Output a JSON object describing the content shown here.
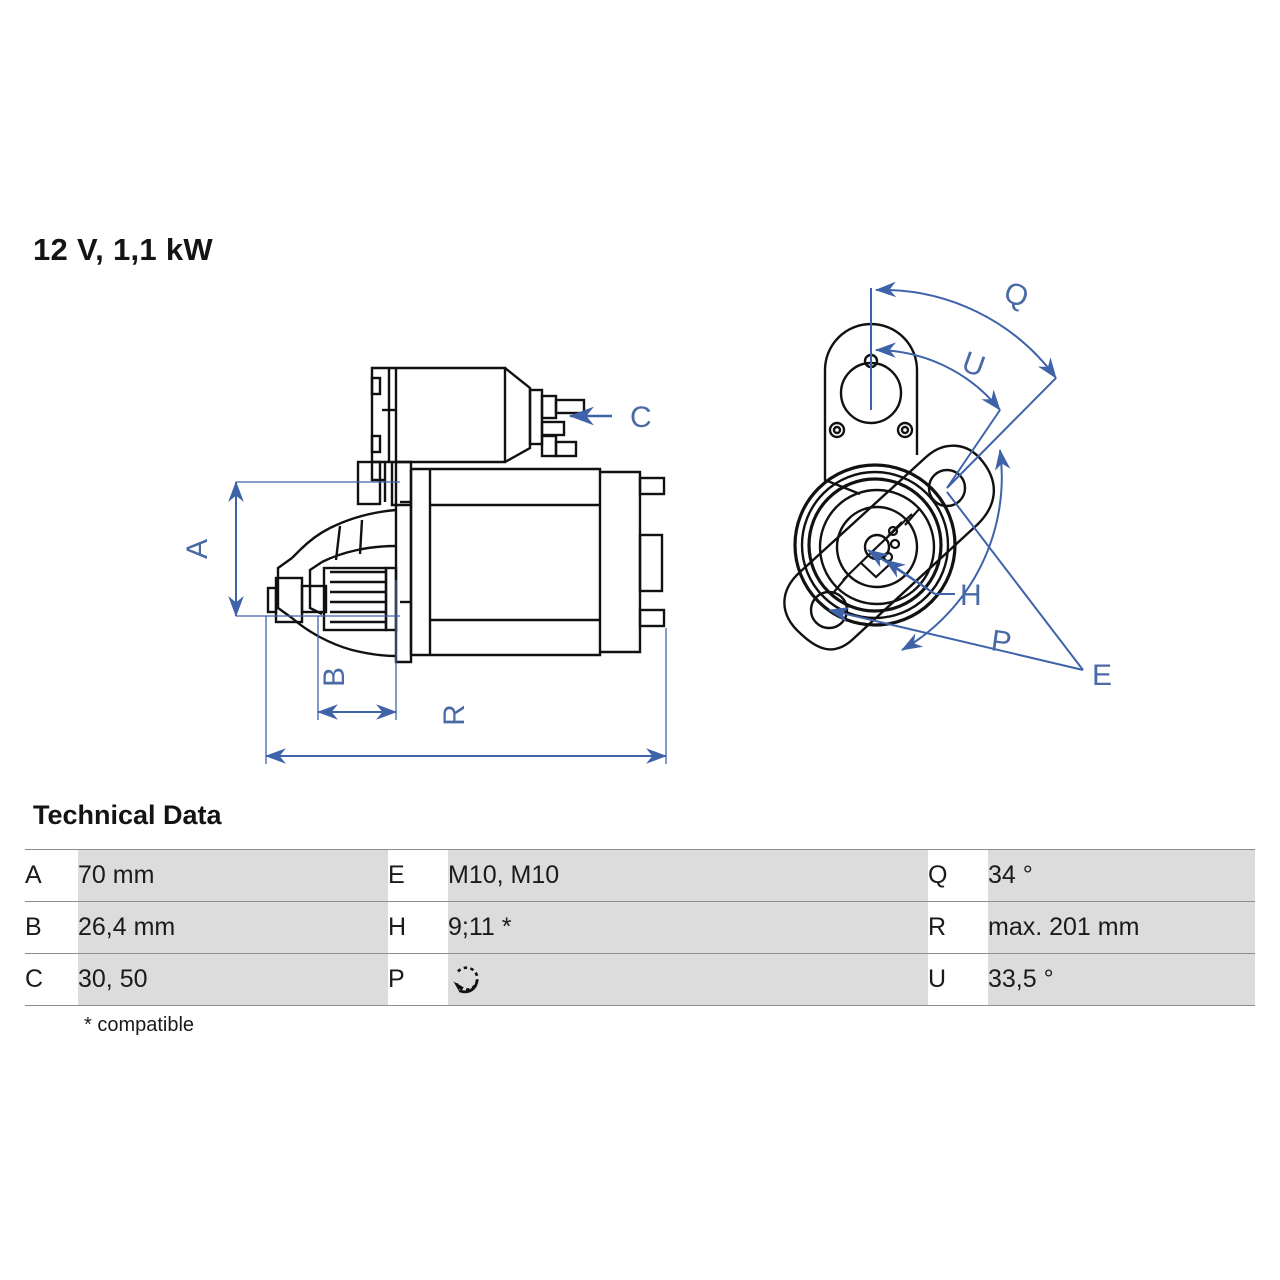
{
  "header": {
    "title": "12 V, 1,1 kW"
  },
  "drawing": {
    "side_view": {
      "dimension_labels": [
        "A",
        "B",
        "C",
        "R"
      ],
      "callouts": {
        "A": "A",
        "B": "B",
        "C": "C",
        "R": "R"
      }
    },
    "front_view": {
      "dimension_labels": [
        "Q",
        "U",
        "H",
        "P",
        "E"
      ],
      "callouts": {
        "Q": "Q",
        "U": "U",
        "H": "H",
        "P": "P",
        "E": "E"
      }
    },
    "colors": {
      "dimension_blue": "#3f63a8",
      "label_blue": "#6f8dc0",
      "outline_black": "#111111"
    }
  },
  "technical_data": {
    "heading": "Technical Data",
    "rows": [
      {
        "c1_label": "A",
        "c1_value": "70 mm",
        "c2_label": "E",
        "c2_value": "M10, M10",
        "c3_label": "Q",
        "c3_value": "34 °"
      },
      {
        "c1_label": "B",
        "c1_value": "26,4 mm",
        "c2_label": "H",
        "c2_value": "9;11 *",
        "c3_label": "R",
        "c3_value": "max. 201 mm"
      },
      {
        "c1_label": "C",
        "c1_value": "30, 50",
        "c2_label": "P",
        "c2_value": "",
        "c2_icon": "rotation-ccw-icon",
        "c3_label": "U",
        "c3_value": "33,5 °"
      }
    ],
    "footnote": "* compatible"
  }
}
